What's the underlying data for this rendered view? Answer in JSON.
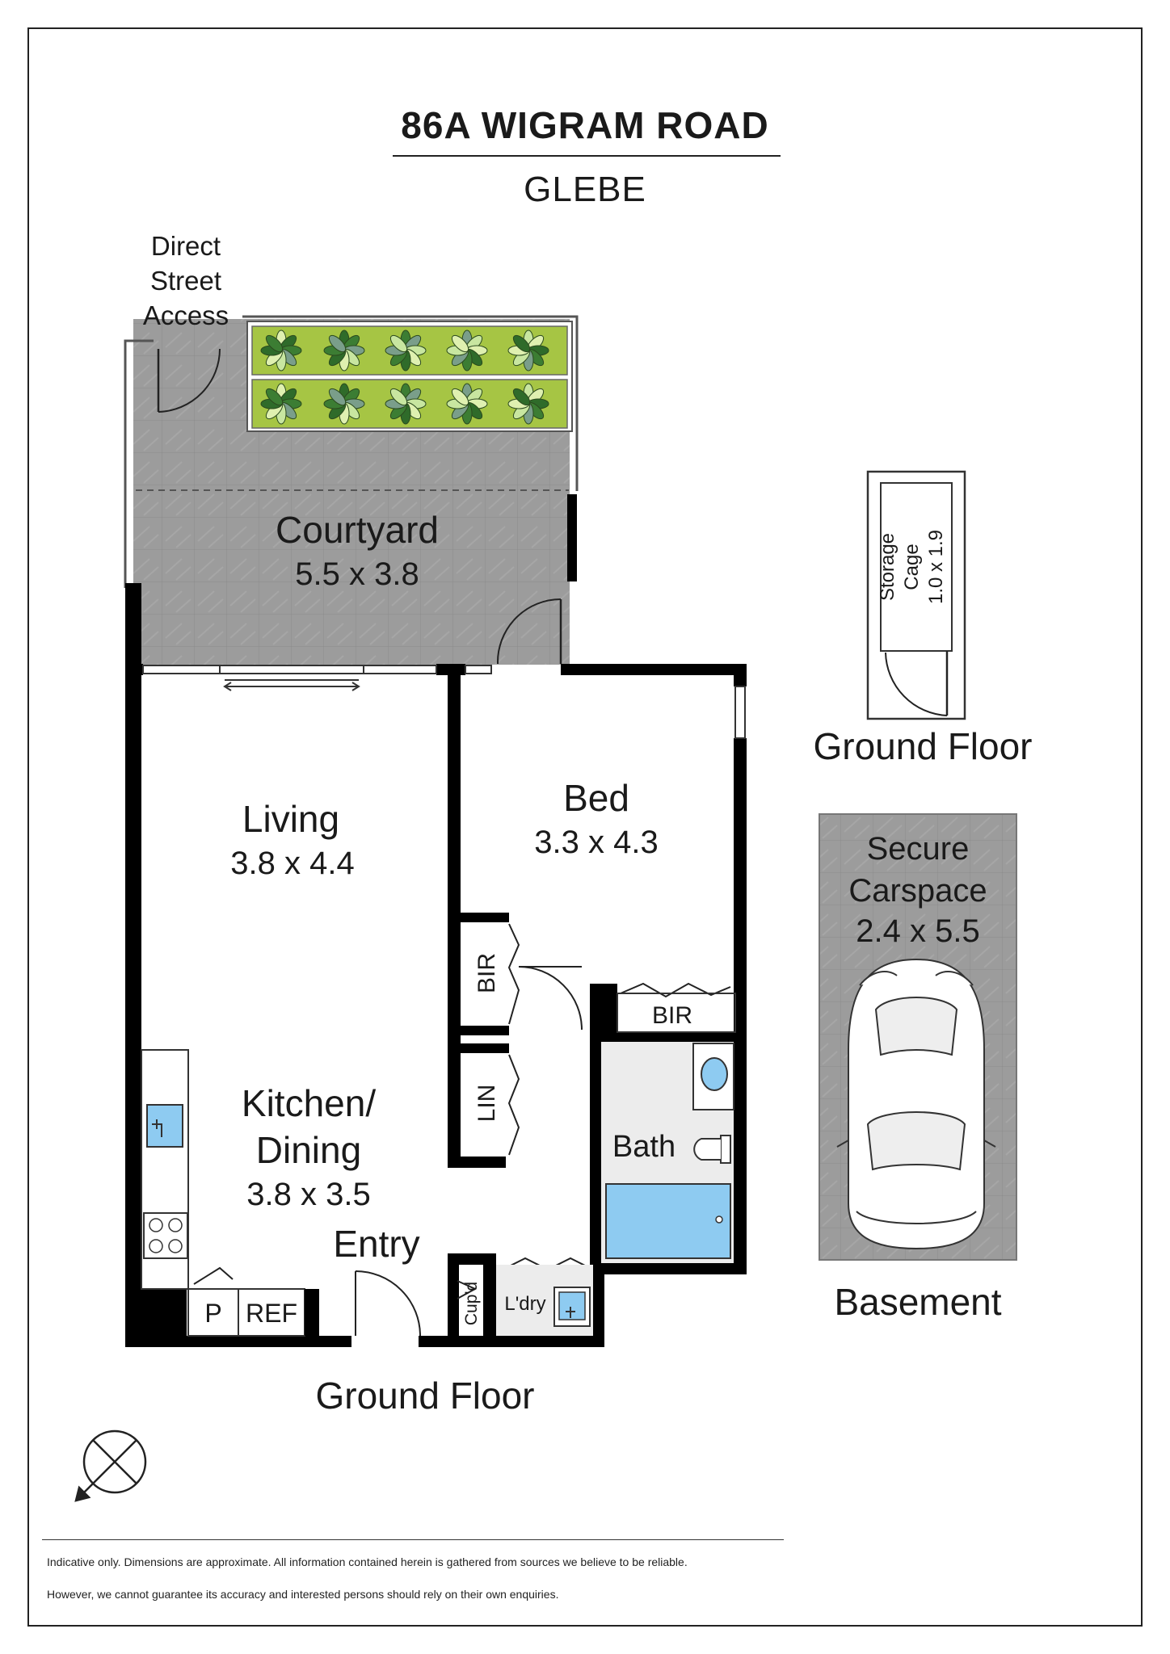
{
  "header": {
    "address": "86A WIGRAM ROAD",
    "suburb": "GLEBE"
  },
  "labels": {
    "street_access": [
      "Direct",
      "Street",
      "Access"
    ],
    "courtyard": {
      "name": "Courtyard",
      "dims": "5.5 x 3.8"
    },
    "living": {
      "name": "Living",
      "dims": "3.8 x 4.4"
    },
    "bed": {
      "name": "Bed",
      "dims": "3.3 x 4.3"
    },
    "kitchen": {
      "name_line1": "Kitchen/",
      "name_line2": "Dining",
      "dims": "3.8 x 3.5"
    },
    "entry": "Entry",
    "bir_vertical": "BIR",
    "bir_horizontal": "BIR",
    "lin": "LIN",
    "bath": "Bath",
    "laundry": "L'dry",
    "cupboard": "Cup'd",
    "pantry": "P",
    "fridge": "REF",
    "main_floor": "Ground Floor",
    "storage": {
      "line1": "Storage",
      "line2": "Cage",
      "dims": "1.0 x 1.9"
    },
    "storage_floor": "Ground Floor",
    "carspace": {
      "line1": "Secure",
      "line2": "Carspace",
      "dims": "2.4 x 5.5"
    },
    "carspace_floor": "Basement"
  },
  "disclaimer": {
    "line1": "Indicative only. Dimensions are approximate. All information contained herein is gathered from sources we believe to be reliable.",
    "line2": "However, we cannot guarantee its accuracy and interested persons should rely on their own enquiries."
  },
  "colors": {
    "wall": "#000000",
    "paving": "#9c9c9c",
    "garden": "#a6c544",
    "water": "#8ecbf1",
    "bath_floor": "#ececec",
    "carspace": "#a3a3a3"
  },
  "icons": {
    "compass": "north-arrow-icon",
    "car": "car-icon",
    "plants": "plant-icon"
  }
}
